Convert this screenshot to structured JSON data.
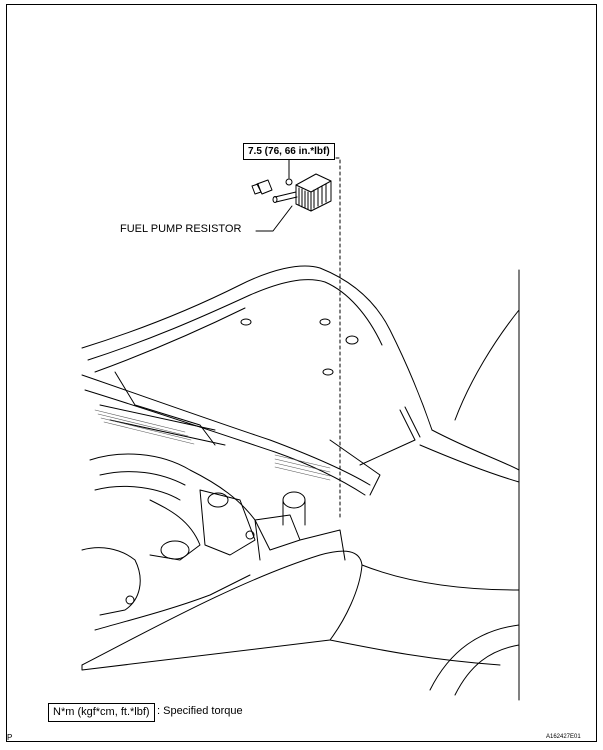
{
  "torque_spec": "7.5 (76, 66 in.*lbf)",
  "part_label": "FUEL PUMP RESISTOR",
  "legend": {
    "unit_box": "N*m (kgf*cm, ft.*lbf)",
    "description": ": Specified torque"
  },
  "page_marker": "P",
  "figure_id": "A162427E01",
  "colors": {
    "line": "#000000",
    "hatch": "#555555",
    "background": "#ffffff"
  }
}
